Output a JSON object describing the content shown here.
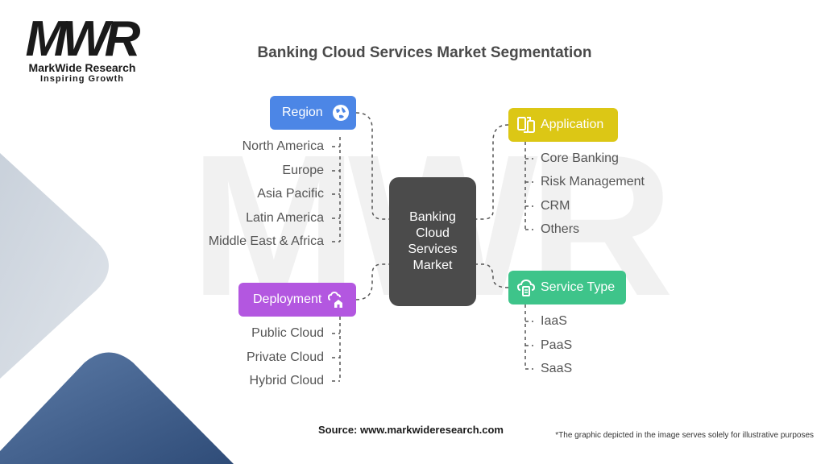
{
  "brand": {
    "logo_mark": "MWR",
    "name": "MarkWide Research",
    "tagline": "Inspiring Growth",
    "watermark": "MWR"
  },
  "title": "Banking Cloud Services Market Segmentation",
  "center": {
    "label": "Banking Cloud Services Market"
  },
  "segments": {
    "region": {
      "label": "Region",
      "icon": "globe-icon",
      "color": "#4c86e6",
      "items": [
        "North America",
        "Europe",
        "Asia Pacific",
        "Latin America",
        "Middle East & Africa"
      ]
    },
    "deployment": {
      "label": "Deployment",
      "icon": "cloud-home-icon",
      "color": "#b357e0",
      "items": [
        "Public Cloud",
        "Private Cloud",
        "Hybrid Cloud"
      ]
    },
    "application": {
      "label": "Application",
      "icon": "mobile-transfer-icon",
      "color": "#dcc715",
      "items": [
        "Core Banking",
        "Risk Management",
        "CRM",
        "Others"
      ]
    },
    "service_type": {
      "label": "Service Type",
      "icon": "cloud-server-icon",
      "color": "#3ec48a",
      "items": [
        "IaaS",
        "PaaS",
        "SaaS"
      ]
    }
  },
  "source": "Source: www.markwideresearch.com",
  "footnote": "*The graphic depicted in the image serves solely for illustrative purposes"
}
